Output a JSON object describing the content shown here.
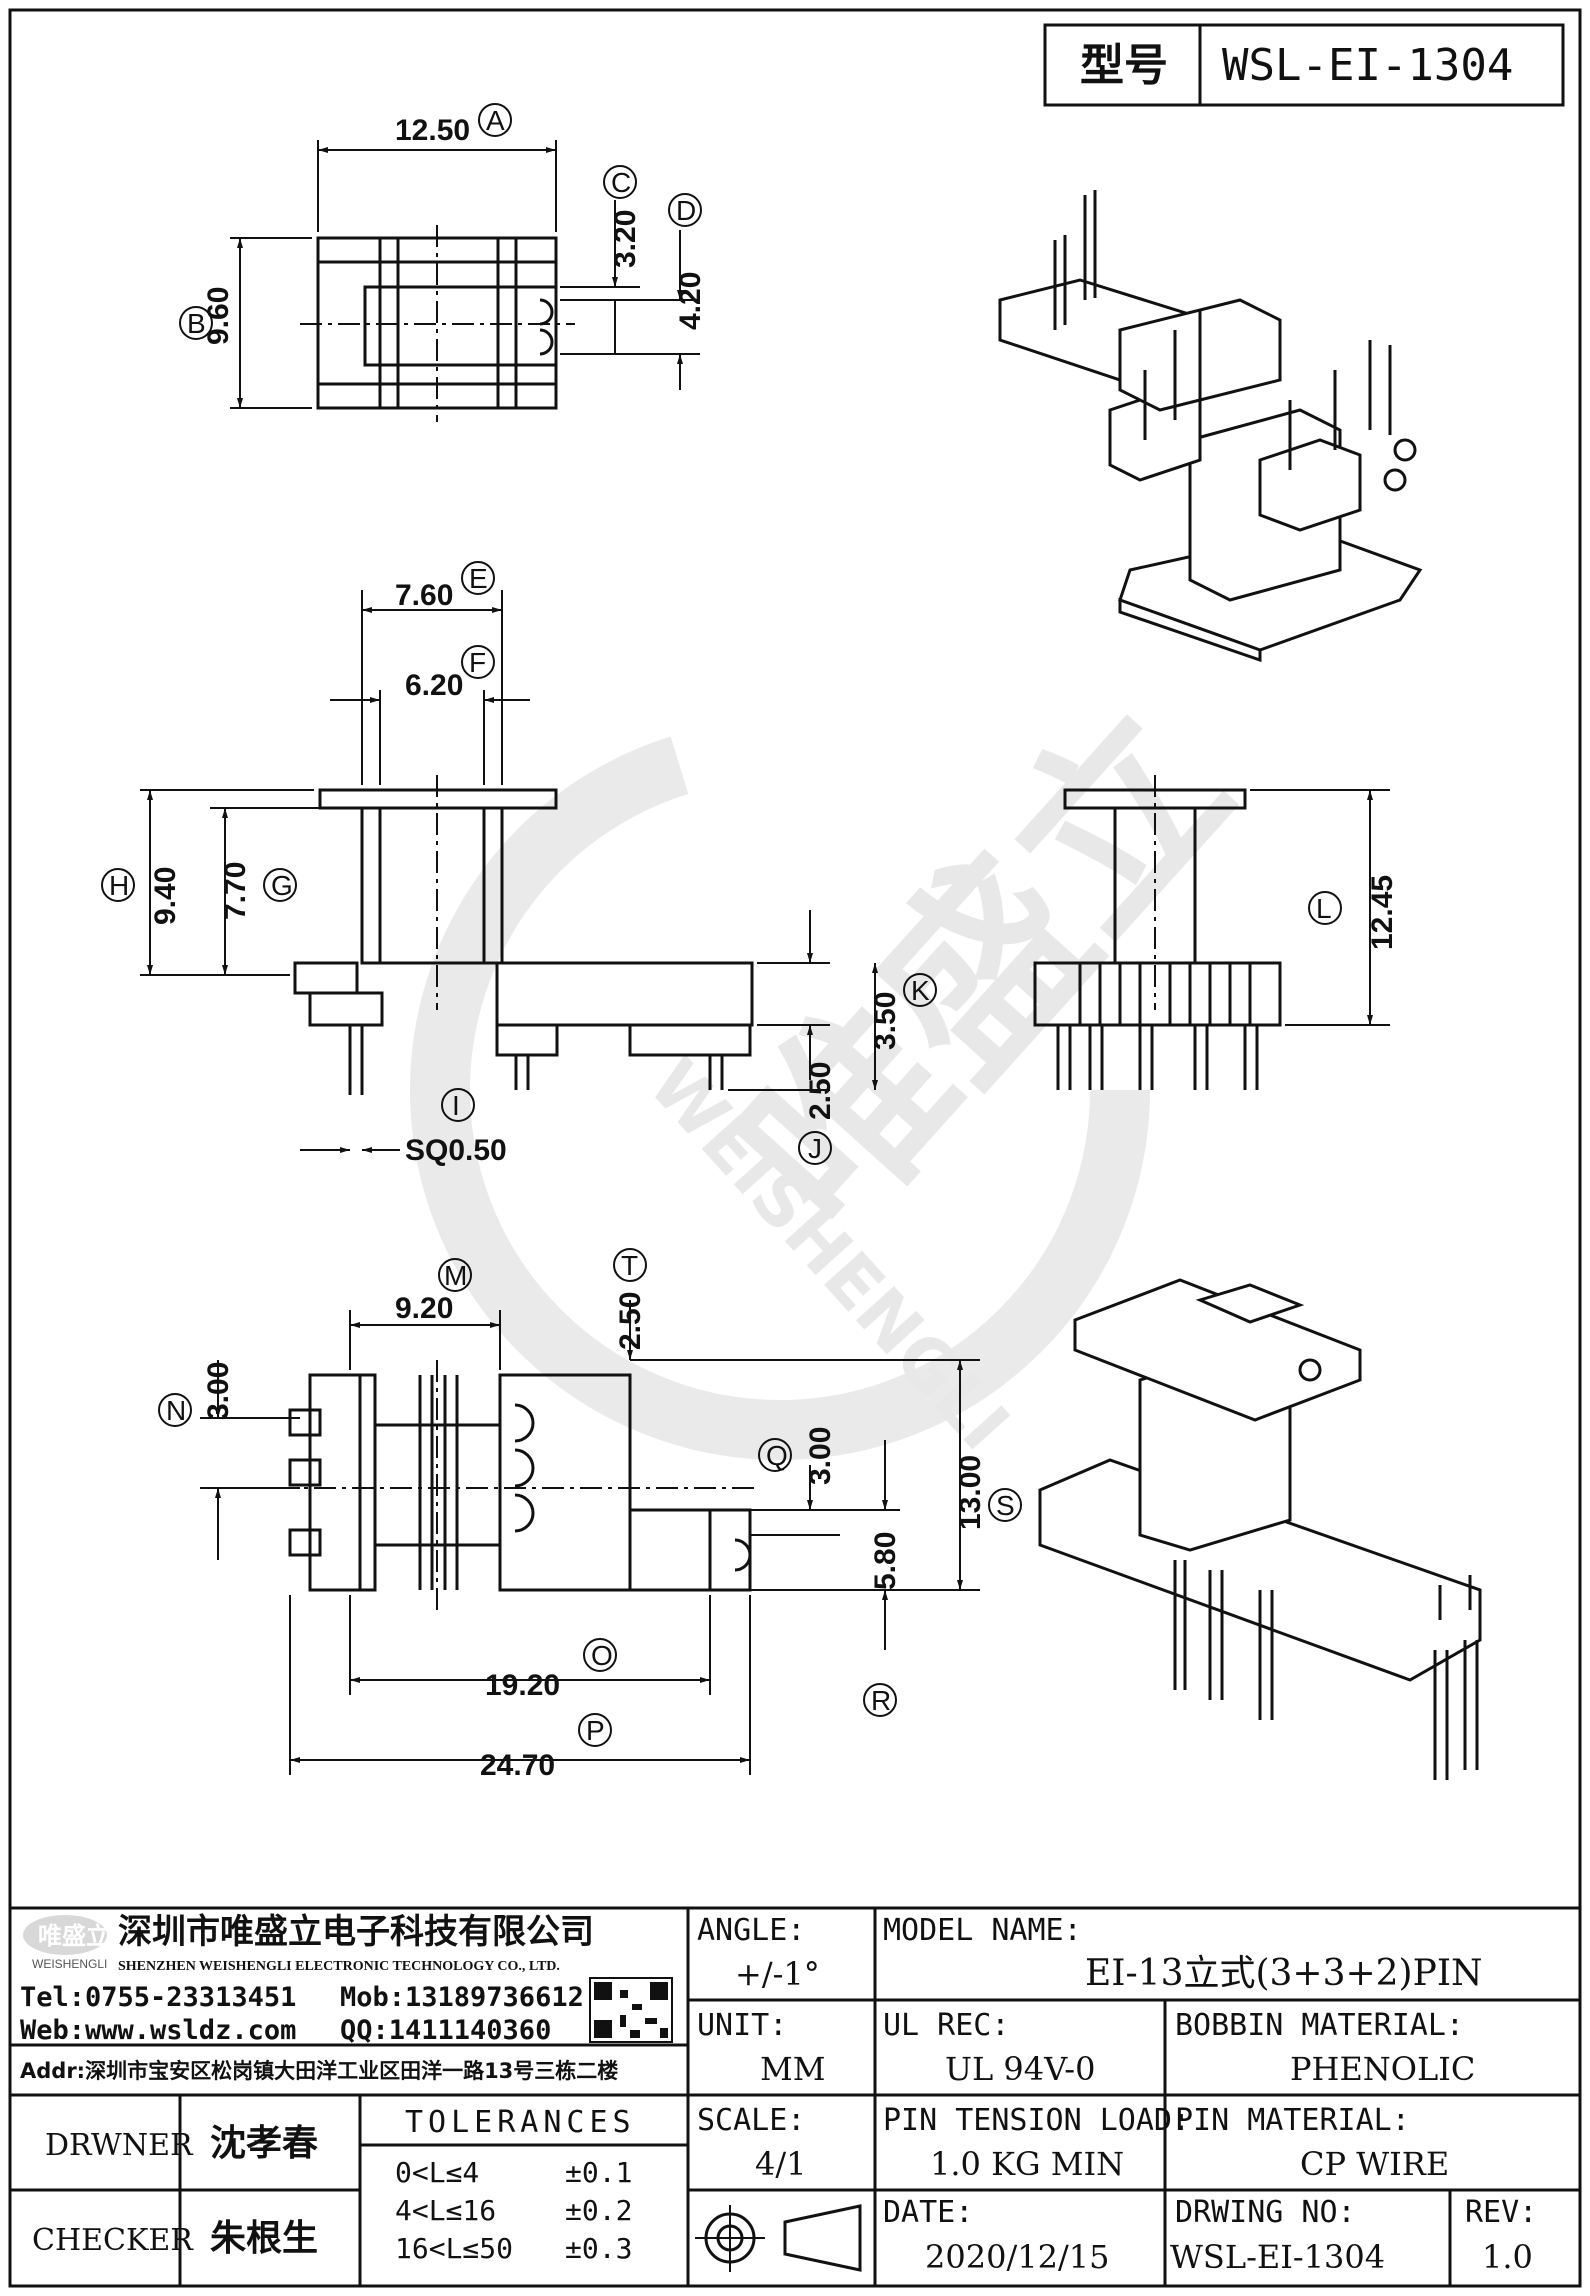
{
  "header": {
    "type_label": "型号",
    "type_value": "WSL-EI-1304"
  },
  "watermark": {
    "cn": "唯盛立",
    "en": "WEISHENGLI"
  },
  "dimensions": {
    "A": "12.50",
    "B": "9.60",
    "C": "3.20",
    "D": "4.20",
    "E": "7.60",
    "F": "6.20",
    "G": "7.70",
    "H": "9.40",
    "I": "SQ0.50",
    "J": "2.50",
    "K": "3.50",
    "L": "12.45",
    "M": "9.20",
    "N": "3.00",
    "O": "19.20",
    "P": "24.70",
    "Q": "3.00",
    "R": "5.80",
    "S": "13.00",
    "T": "2.50"
  },
  "company": {
    "logo_text": "唯盛立",
    "logo_sub": "WEISHENGLI",
    "name_cn": "深圳市唯盛立电子科技有限公司",
    "name_en": "SHENZHEN WEISHENGLI ELECTRONIC TECHNOLOGY CO., LTD.",
    "tel": "Tel:0755-23313451",
    "mob": "Mob:13189736612",
    "web": "Web:www.wsldz.com",
    "qq": "QQ:1411140360",
    "addr": "Addr:深圳市宝安区松岗镇大田洋工业区田洋一路13号三栋二楼"
  },
  "title_block": {
    "angle_label": "ANGLE:",
    "angle_value": "+/-1°",
    "model_label": "MODEL NAME:",
    "model_value": "EI-13立式(3+3+2)PIN",
    "unit_label": "UNIT:",
    "unit_value": "MM",
    "ul_label": "UL REC:",
    "ul_value": "UL 94V-0",
    "bobbin_label": "BOBBIN MATERIAL:",
    "bobbin_value": "PHENOLIC",
    "scale_label": "SCALE:",
    "scale_value": "4/1",
    "tension_label": "PIN TENSION LOAD:",
    "tension_value": "1.0 KG MIN",
    "pinmat_label": "PIN MATERIAL:",
    "pinmat_value": "CP WIRE",
    "date_label": "DATE:",
    "date_value": "2020/12/15",
    "drwno_label": "DRWING NO:",
    "drwno_value": "WSL-EI-1304",
    "rev_label": "REV:",
    "rev_value": "1.0",
    "drawer_label": "DRWNER",
    "drawer_value": "沈孝春",
    "checker_label": "CHECKER",
    "checker_value": "朱根生",
    "tolerances_label": "TOLERANCES",
    "tol_rows": [
      {
        "range": "0<L≤4",
        "tol": "±0.1"
      },
      {
        "range": "4<L≤16",
        "tol": "±0.2"
      },
      {
        "range": "16<L≤50",
        "tol": "±0.3"
      }
    ]
  }
}
